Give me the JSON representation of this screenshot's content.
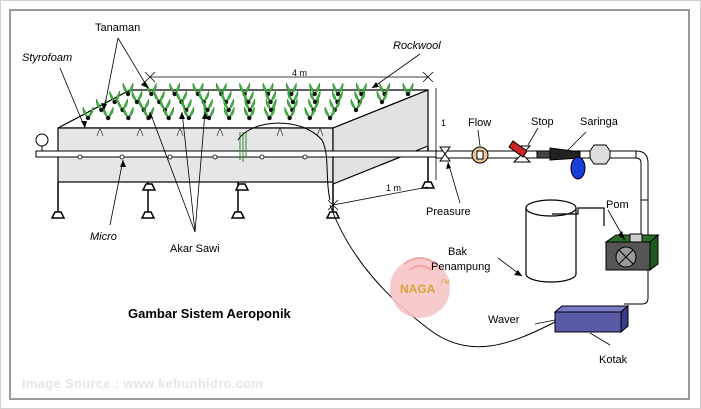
{
  "labels": {
    "tanaman": "Tanaman",
    "styrofoam": "Styrofoam",
    "rockwool": "Rockwool",
    "dim_length": "4 m",
    "dim_height": "1",
    "dim_width": "1 m",
    "micro": "Micro",
    "akar_sawi": "Akar Sawi",
    "flow": "Flow",
    "stop": "Stop",
    "saringa": "Saringa",
    "pressure": "Preasure",
    "pom": "Pom",
    "bak": "Bak",
    "penampung": "Penampung",
    "waver": "Waver",
    "kotak": "Kotak"
  },
  "title": "Gambar Sistem Aeroponik",
  "watermark": "Image Source : www.kebunhidro.com",
  "logo_text": "NAGA",
  "logo_sub": "FM"
}
